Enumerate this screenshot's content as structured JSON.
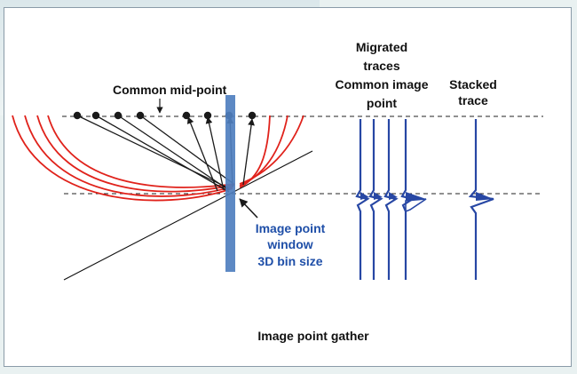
{
  "labels": {
    "common_midpoint": "Common mid-point",
    "migrated_line1": "Migrated",
    "migrated_line2": "traces",
    "migrated_line3": "Common image",
    "migrated_line4": "point",
    "stacked_line1": "Stacked",
    "stacked_line2": "trace",
    "window_line1": "Image point",
    "window_line2": "window",
    "window_line3": "3D bin size",
    "caption": "Image point gather"
  },
  "colors": {
    "curve": "#e0221b",
    "ray": "#1a1a1a",
    "trace": "#2747a4",
    "window_bar": "#4f7fbf",
    "window_text": "#1f4fa8",
    "text": "#111111"
  }
}
